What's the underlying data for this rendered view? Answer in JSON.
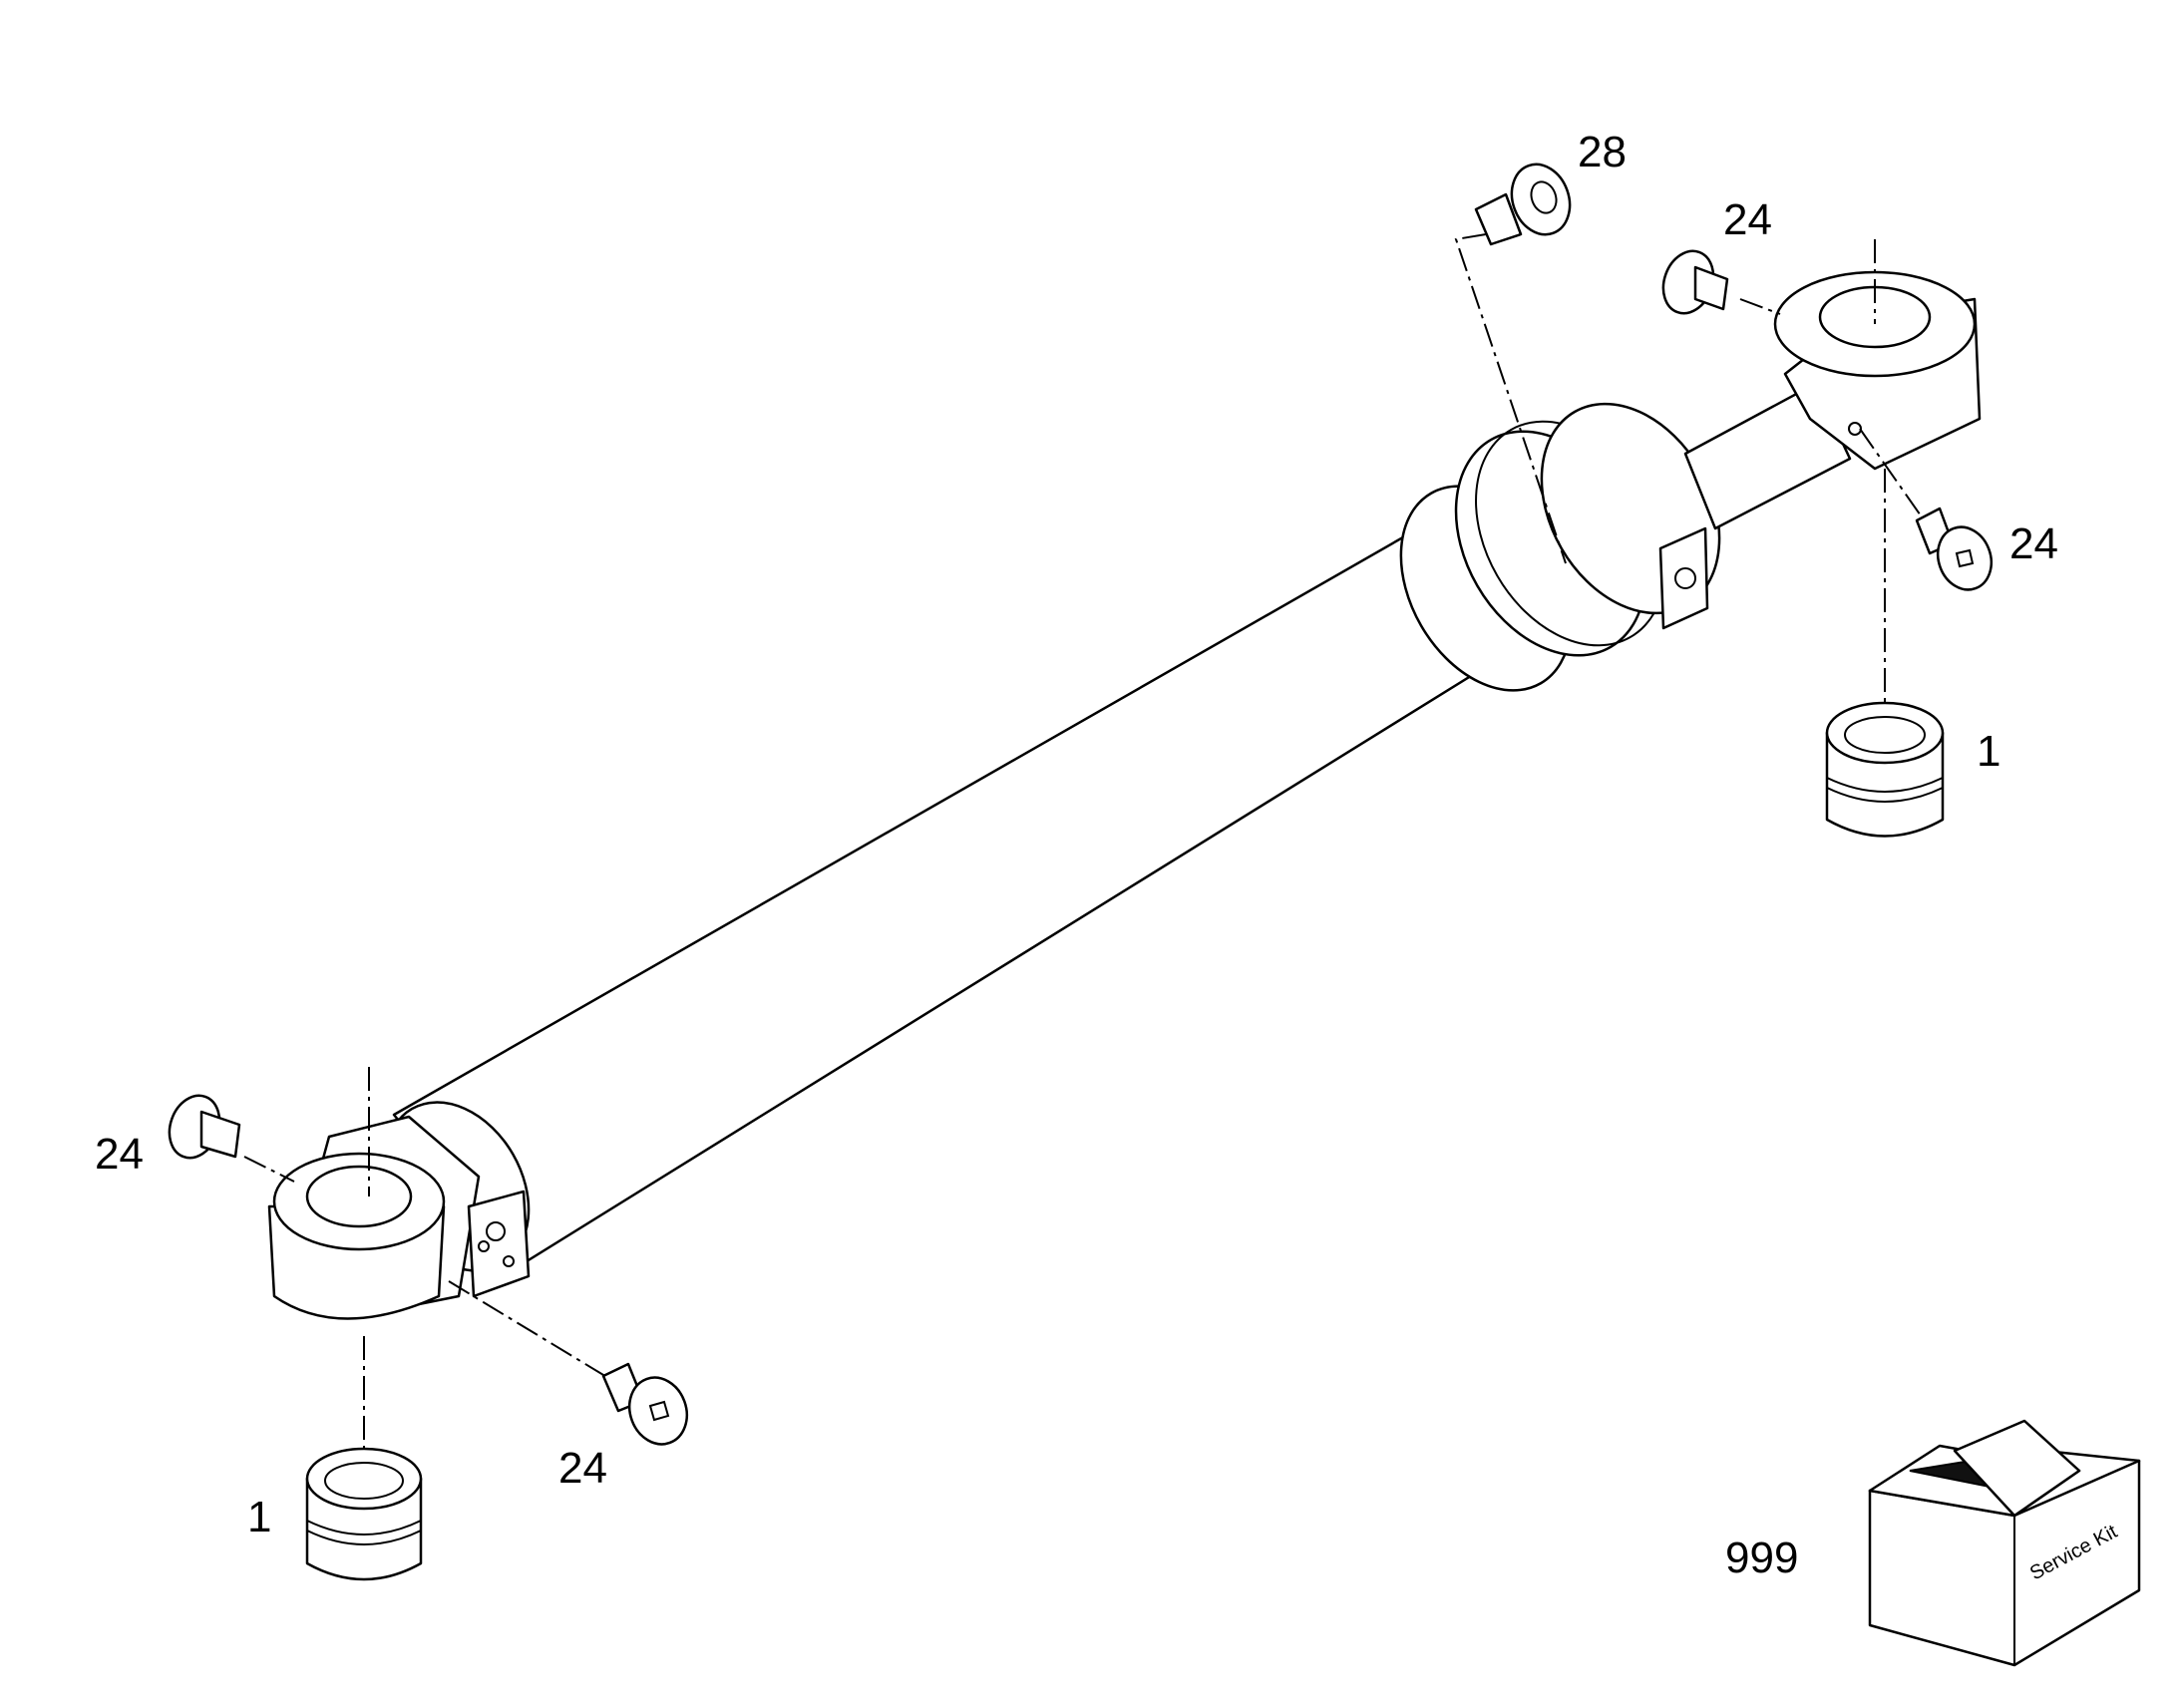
{
  "callouts": {
    "screw_top_right_a": "28",
    "screw_top_right_b": "24",
    "screw_right": "24",
    "bushing_right": "1",
    "screw_left_top": "24",
    "screw_left_bottom": "24",
    "bushing_left": "1",
    "service_kit_number": "999"
  },
  "service_kit": {
    "box_label": "Service Kit"
  }
}
